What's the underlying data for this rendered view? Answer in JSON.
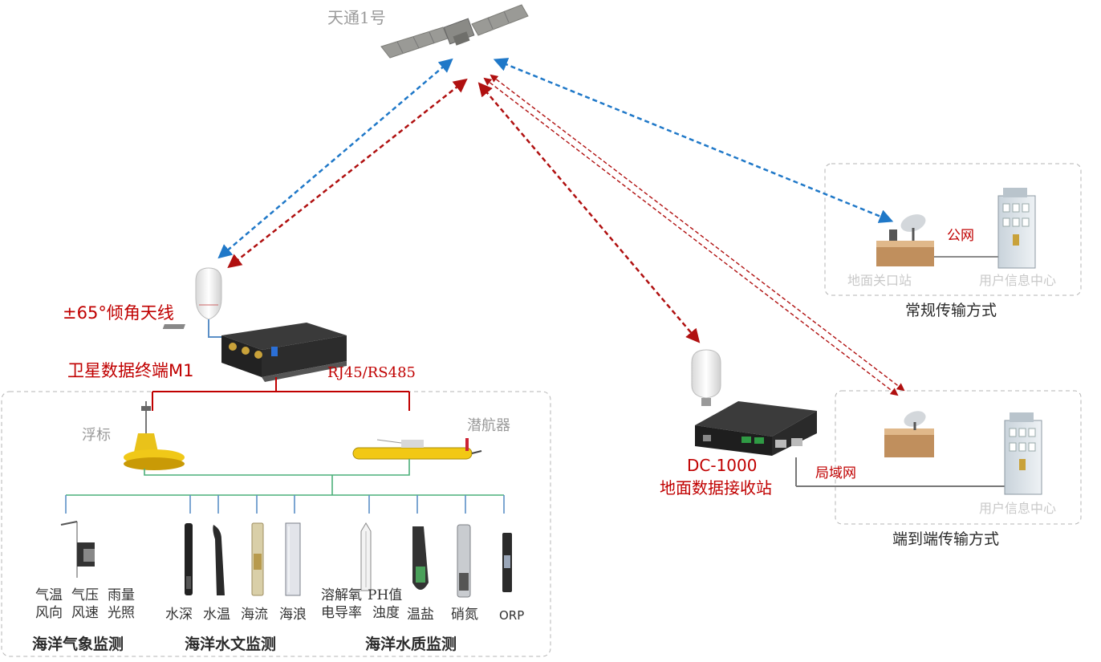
{
  "satellite": {
    "name": "天通1号"
  },
  "antenna": {
    "label": "±65°倾角天线"
  },
  "terminal": {
    "label": "卫星数据终端M1",
    "interface": "RJ45/RS485"
  },
  "platforms": {
    "buoy": "浮标",
    "glider": "潜航器"
  },
  "sensors": {
    "weather": [
      "气温",
      "气压",
      "雨量",
      "风向",
      "风速",
      "光照"
    ],
    "hydro": [
      "水深",
      "水温",
      "海流",
      "海浪"
    ],
    "quality_top": [
      "溶解氧",
      "PH值"
    ],
    "quality_bottom": [
      "电导率",
      "浊度",
      "温盐",
      "硝氮",
      "ORP"
    ]
  },
  "groups": {
    "weather": "海洋气象监测",
    "hydro": "海洋水文监测",
    "quality": "海洋水质监测"
  },
  "ground_receiver": {
    "model": "DC-1000",
    "label": "地面数据接收站"
  },
  "conventional": {
    "gateway": "地面关口站",
    "public_net": "公网",
    "user_center": "用户信息中心",
    "caption": "常规传输方式"
  },
  "end_to_end": {
    "lan": "局域网",
    "user_center": "用户信息中心",
    "caption": "端到端传输方式"
  },
  "colors": {
    "red_link": "#b01010",
    "blue_link": "#1f78c8",
    "sensor_line": "#5b8fc7",
    "bus_green": "#4caf7a",
    "bus_red": "#c00000"
  }
}
